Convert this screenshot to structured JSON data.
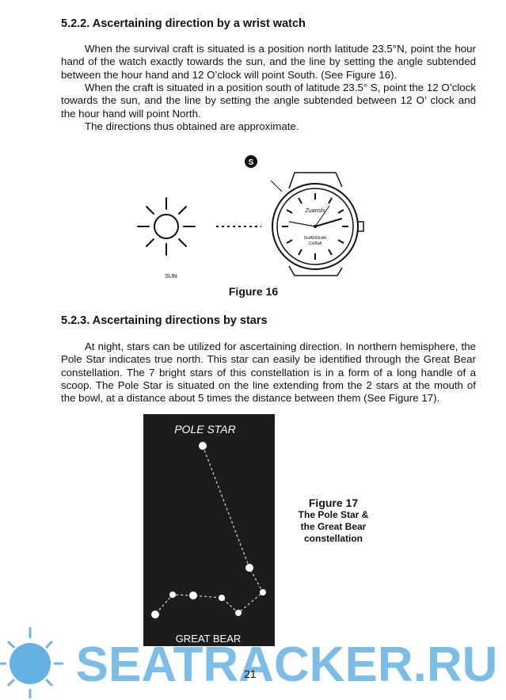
{
  "section1": {
    "heading": "5.2.2. Ascertaining direction by a wrist watch",
    "p1": "When the survival craft is situated is a position north latitude 23.5°N, point the hour hand of the watch exactly towards the sun, and the line by setting the angle subtended between the hour hand and 12 O’clock will point South. (See Figure 16).",
    "p2": "When the craft is situated in a position south of latitude 23.5° S, point the 12 O’clock towards the sun, and the line by setting the angle subtended between 12 O’ clock and the hour hand will point North.",
    "p3": "The directions thus obtained are approximate."
  },
  "figure16": {
    "sun_label": "SUN",
    "marker": "S",
    "watch_brand": "Zuanshi",
    "watch_city": "SHANGHAI",
    "watch_country": "CHINA",
    "caption": "Figure 16"
  },
  "section2": {
    "heading": "5.2.3. Ascertaining directions by stars",
    "p1": "At night, stars can be utilized for ascertaining direction. In northern hemisphere, the Pole Star indicates true north. This star can easily be identified through the Great Bear constellation. The 7 bright stars of this constellation is in a form of a long handle of a scoop. The Pole Star is situated on the line extending from the 2 stars at the mouth of the bowl, at a distance about 5 times the distance between them (See Figure 17)."
  },
  "figure17": {
    "pole_star_label": "POLE STAR",
    "great_bear_label": "GREAT BEAR",
    "caption_title": "Figure 17",
    "caption_line1": "The Pole Star &",
    "caption_line2": "the Great Bear",
    "caption_line3": "constellation"
  },
  "watermark": {
    "text": "SEATRACKER.RU"
  },
  "page_number": "21",
  "colors": {
    "watermark_blue": "#4aa3df",
    "figure_bg": "#1c1c1c"
  }
}
